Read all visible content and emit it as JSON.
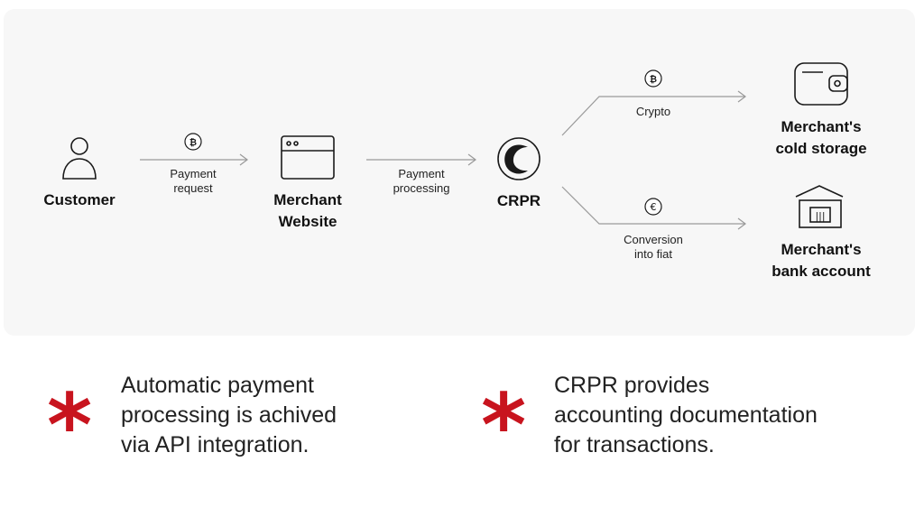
{
  "nodes": {
    "customer": "Customer",
    "merchant_website_line1": "Merchant",
    "merchant_website_line2": "Website",
    "crpr": "CRPR",
    "cold_storage_line1": "Merchant's",
    "cold_storage_line2": "cold storage",
    "bank_account_line1": "Merchant's",
    "bank_account_line2": "bank account"
  },
  "edges": {
    "payment_request_line1": "Payment",
    "payment_request_line2": "request",
    "payment_processing_line1": "Payment",
    "payment_processing_line2": "processing",
    "crypto": "Crypto",
    "conversion_line1": "Conversion",
    "conversion_line2": "into fiat"
  },
  "icons": {
    "bitcoin_symbol": "₿",
    "euro_symbol": "€",
    "crpr_logo": "crpr-logo-icon",
    "bank_bars": "|||"
  },
  "notes": [
    {
      "line1": "Automatic payment",
      "line2": "processing is achived",
      "line3": "via API integration."
    },
    {
      "line1": "CRPR provides",
      "line2": "accounting documentation",
      "line3": "for transactions."
    }
  ],
  "colors": {
    "accent_red": "#c8141e",
    "panel_bg": "#f7f7f7",
    "stroke": "#1a1a1a",
    "arrow": "#9a9a9a"
  },
  "asterisk_symbol": "*"
}
